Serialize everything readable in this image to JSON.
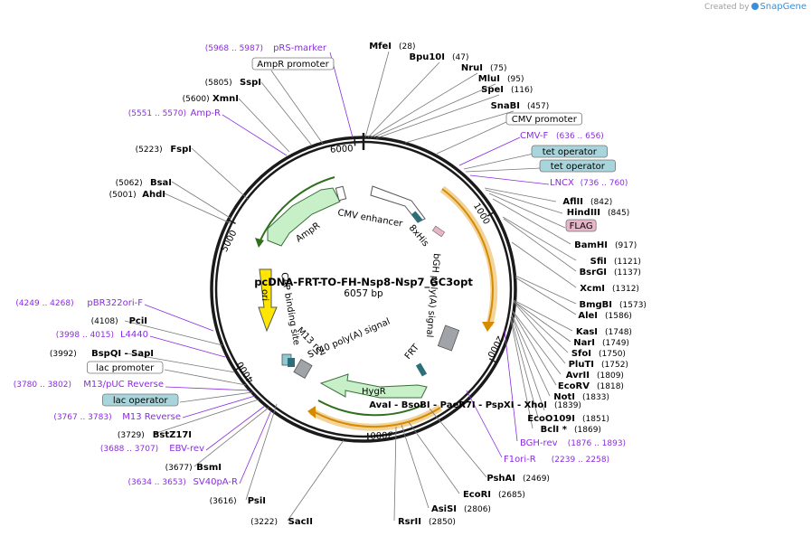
{
  "credit": {
    "text": "Created by",
    "brand": "SnapGene"
  },
  "plasmid": {
    "name": "pcDNA-FRT-TO-FH-Nsp8-Nsp7_GC3opt",
    "size": "6057 bp",
    "length": 6057
  },
  "ticks": [
    "1000",
    "2000",
    "3000",
    "4000",
    "5000",
    "6000"
  ],
  "colors": {
    "enzyme": "#000000",
    "primer": "#8a2be2",
    "feature_green": "#c8f0c8",
    "ori": "#ffe600",
    "operator": "#a8d4dc",
    "tag": "#e8b4c8",
    "polyA": "#a0a4a8",
    "frt": "#2c6f7a",
    "ring": "#1a1a1a"
  },
  "labels": [
    {
      "kind": "enzyme",
      "name": "MfeI",
      "num": "(28)"
    },
    {
      "kind": "enzyme",
      "name": "Bpu10I",
      "num": "(47)"
    },
    {
      "kind": "enzyme",
      "name": "NruI",
      "num": "(75)"
    },
    {
      "kind": "enzyme",
      "name": "MluI",
      "num": "(95)"
    },
    {
      "kind": "enzyme",
      "name": "SpeI",
      "num": "(116)"
    },
    {
      "kind": "enzyme",
      "name": "SnaBI",
      "num": "(457)"
    },
    {
      "kind": "feature",
      "name": "CMV promoter"
    },
    {
      "kind": "primer",
      "name": "CMV-F",
      "num": "(636 .. 656)"
    },
    {
      "kind": "operator",
      "name": "tet operator"
    },
    {
      "kind": "operator",
      "name": "tet operator"
    },
    {
      "kind": "primer",
      "name": "LNCX",
      "num": "(736 .. 760)"
    },
    {
      "kind": "enzyme",
      "name": "AflII",
      "num": "(842)"
    },
    {
      "kind": "enzyme",
      "name": "HindIII",
      "num": "(845)"
    },
    {
      "kind": "tag",
      "name": "FLAG"
    },
    {
      "kind": "enzyme",
      "name": "BamHI",
      "num": "(917)"
    },
    {
      "kind": "enzyme",
      "name": "SfiI",
      "num": "(1121)"
    },
    {
      "kind": "enzyme",
      "name": "BsrGI",
      "num": "(1137)"
    },
    {
      "kind": "enzyme",
      "name": "XcmI",
      "num": "(1312)"
    },
    {
      "kind": "enzyme",
      "name": "BmgBI",
      "num": "(1573)"
    },
    {
      "kind": "enzyme",
      "name": "AleI",
      "num": "(1586)"
    },
    {
      "kind": "enzyme",
      "name": "KasI",
      "num": "(1748)"
    },
    {
      "kind": "enzyme",
      "name": "NarI",
      "num": "(1749)"
    },
    {
      "kind": "enzyme",
      "name": "SfoI",
      "num": "(1750)"
    },
    {
      "kind": "enzyme",
      "name": "PluTI",
      "num": "(1752)"
    },
    {
      "kind": "enzyme",
      "name": "AvrII",
      "num": "(1809)"
    },
    {
      "kind": "enzyme",
      "name": "EcoRV",
      "num": "(1818)"
    },
    {
      "kind": "enzyme",
      "name": "NotI",
      "num": "(1833)"
    },
    {
      "kind": "enzyme",
      "name": "AvaI - BsoBI - PaeR7I - PspXI - XhoI",
      "num": "(1839)"
    },
    {
      "kind": "enzyme",
      "name": "EcoO109I",
      "num": "(1851)"
    },
    {
      "kind": "enzyme",
      "name": "BclI *",
      "num": "(1869)"
    },
    {
      "kind": "primer",
      "name": "BGH-rev",
      "num": "(1876 .. 1893)"
    },
    {
      "kind": "primer",
      "name": "F1ori-R",
      "num": "(2239 .. 2258)"
    },
    {
      "kind": "enzyme",
      "name": "PshAI",
      "num": "(2469)"
    },
    {
      "kind": "enzyme",
      "name": "EcoRI",
      "num": "(2685)"
    },
    {
      "kind": "enzyme",
      "name": "AsiSI",
      "num": "(2806)"
    },
    {
      "kind": "enzyme",
      "name": "RsrII",
      "num": "(2850)"
    },
    {
      "kind": "enzyme",
      "name": "SacII",
      "num": "(3222)"
    },
    {
      "kind": "enzyme",
      "name": "PsiI",
      "num": "(3616)"
    },
    {
      "kind": "primer",
      "name": "SV40pA-R",
      "num": "(3634 .. 3653)"
    },
    {
      "kind": "enzyme",
      "name": "BsmI",
      "num": "(3677)"
    },
    {
      "kind": "primer",
      "name": "EBV-rev",
      "num": "(3688 .. 3707)"
    },
    {
      "kind": "enzyme",
      "name": "BstZ17I",
      "num": "(3729)"
    },
    {
      "kind": "primer",
      "name": "M13 Reverse",
      "num": "(3767 .. 3783)"
    },
    {
      "kind": "operator",
      "name": "lac operator"
    },
    {
      "kind": "primer",
      "name": "M13/pUC Reverse",
      "num": "(3780 .. 3802)"
    },
    {
      "kind": "feature",
      "name": "lac promoter"
    },
    {
      "kind": "enzyme",
      "name": "BspQI - SapI",
      "num": "(3992)"
    },
    {
      "kind": "primer",
      "name": "L4440",
      "num": "(3998 .. 4015)"
    },
    {
      "kind": "enzyme",
      "name": "PciI",
      "num": "(4108)"
    },
    {
      "kind": "primer",
      "name": "pBR322ori-F",
      "num": "(4249 .. 4268)"
    },
    {
      "kind": "enzyme",
      "name": "AhdI",
      "num": "(5001)"
    },
    {
      "kind": "enzyme",
      "name": "BsaI",
      "num": "(5062)"
    },
    {
      "kind": "enzyme",
      "name": "FspI",
      "num": "(5223)"
    },
    {
      "kind": "primer",
      "name": "Amp-R",
      "num": "(5551 .. 5570)"
    },
    {
      "kind": "enzyme",
      "name": "XmnI",
      "num": "(5600)"
    },
    {
      "kind": "enzyme",
      "name": "SspI",
      "num": "(5805)"
    },
    {
      "kind": "feature",
      "name": "AmpR promoter"
    },
    {
      "kind": "primer",
      "name": "pRS-marker",
      "num": "(5968 .. 5987)"
    }
  ],
  "inner_features": [
    "CMV enhancer",
    "8xHis",
    "bGH poly(A) signal",
    "FRT",
    "HygR",
    "SV40 poly(A) signal",
    "M13 rev",
    "CAP binding site",
    "ori",
    "AmpR"
  ]
}
